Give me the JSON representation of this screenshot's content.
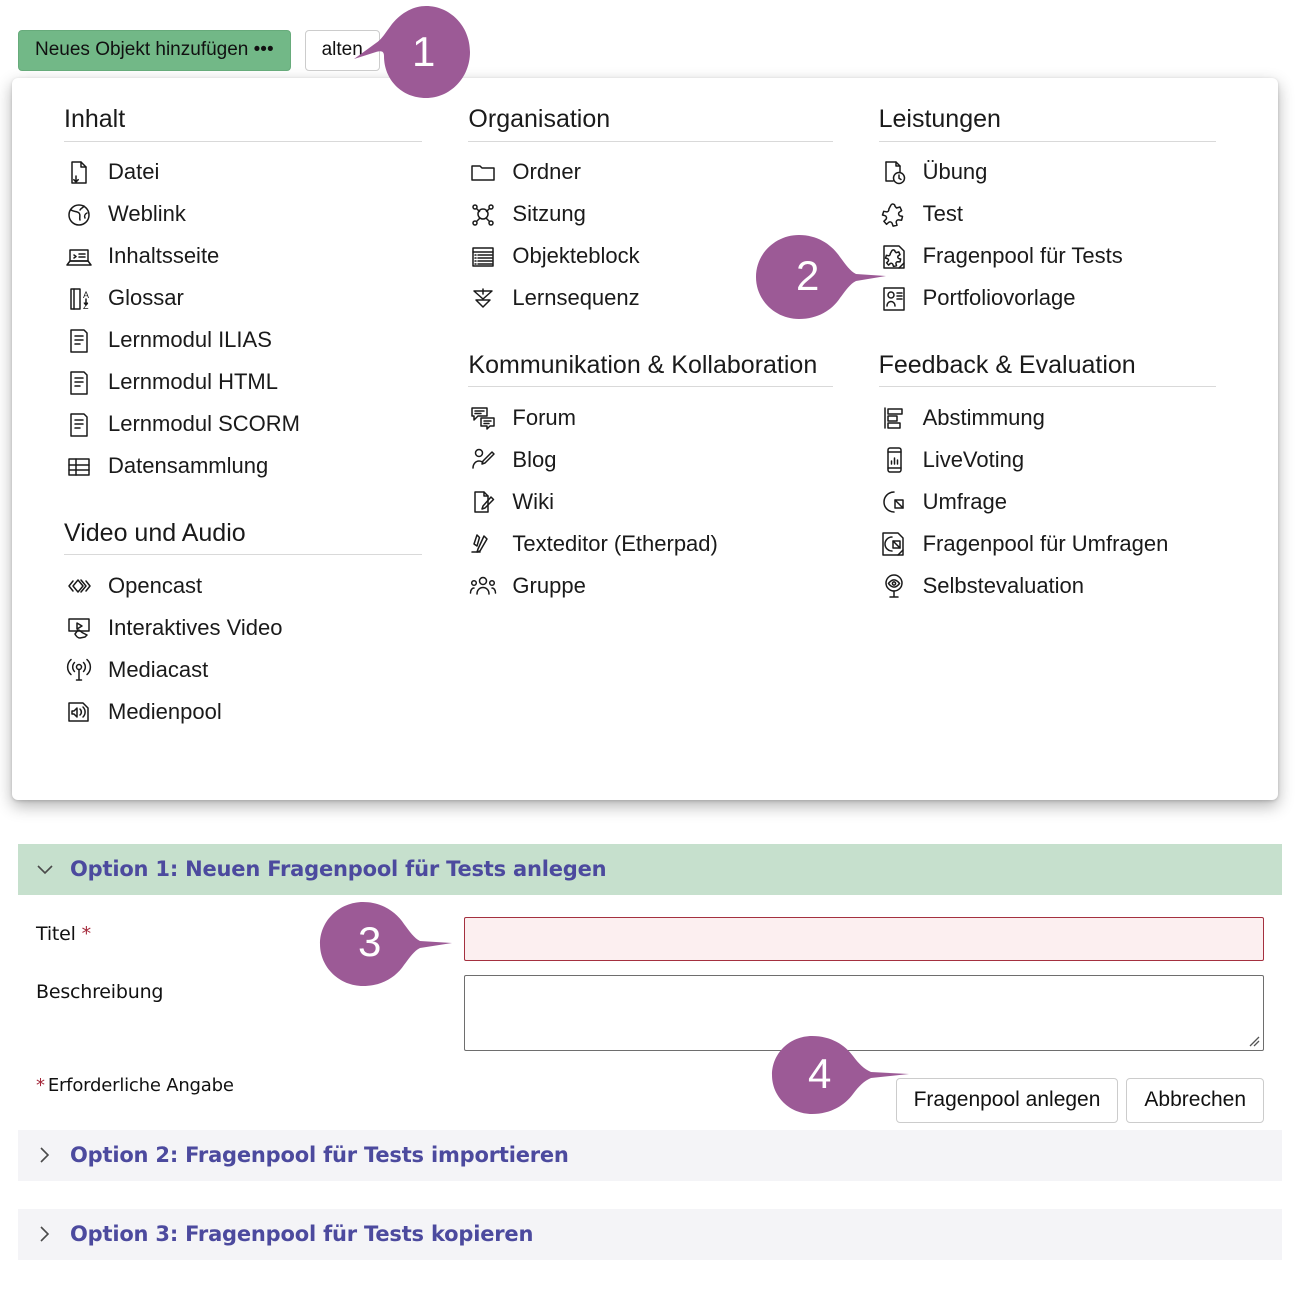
{
  "toolbar": {
    "add_object_button": "Neues Objekt hinzufügen •••",
    "secondary_button": "alten"
  },
  "dropdown": {
    "columns": [
      {
        "groups": [
          {
            "title": "Inhalt",
            "items": [
              {
                "label": "Datei",
                "icon": "file-download-icon"
              },
              {
                "label": "Weblink",
                "icon": "globe-icon"
              },
              {
                "label": "Inhaltsseite",
                "icon": "content-page-icon"
              },
              {
                "label": "Glossar",
                "icon": "glossary-az-icon"
              },
              {
                "label": "Lernmodul ILIAS",
                "icon": "learning-module-icon"
              },
              {
                "label": "Lernmodul HTML",
                "icon": "learning-module-icon"
              },
              {
                "label": "Lernmodul SCORM",
                "icon": "learning-module-icon"
              },
              {
                "label": "Datensammlung",
                "icon": "table-icon"
              }
            ]
          },
          {
            "title": "Video und Audio",
            "items": [
              {
                "label": "Opencast",
                "icon": "opencast-diamond-icon"
              },
              {
                "label": "Interaktives Video",
                "icon": "interactive-video-icon"
              },
              {
                "label": "Mediacast",
                "icon": "broadcast-icon"
              },
              {
                "label": "Medienpool",
                "icon": "speaker-icon"
              }
            ]
          }
        ]
      },
      {
        "groups": [
          {
            "title": "Organisation",
            "items": [
              {
                "label": "Ordner",
                "icon": "folder-icon"
              },
              {
                "label": "Sitzung",
                "icon": "session-nodes-icon"
              },
              {
                "label": "Objekteblock",
                "icon": "object-block-icon"
              },
              {
                "label": "Lernsequenz",
                "icon": "learning-sequence-icon"
              }
            ]
          },
          {
            "title": "Kommunikation & Kollaboration",
            "items": [
              {
                "label": "Forum",
                "icon": "forum-icon"
              },
              {
                "label": "Blog",
                "icon": "blog-icon"
              },
              {
                "label": "Wiki",
                "icon": "wiki-icon"
              },
              {
                "label": "Texteditor (Etherpad)",
                "icon": "etherpad-icon"
              },
              {
                "label": "Gruppe",
                "icon": "group-icon"
              }
            ]
          }
        ]
      },
      {
        "groups": [
          {
            "title": "Leistungen",
            "items": [
              {
                "label": "Übung",
                "icon": "exercise-clock-icon"
              },
              {
                "label": "Test",
                "icon": "puzzle-icon"
              },
              {
                "label": "Fragenpool für Tests",
                "icon": "question-pool-icon"
              },
              {
                "label": "Portfoliovorlage",
                "icon": "portfolio-template-icon"
              }
            ]
          },
          {
            "title": "Feedback & Evaluation",
            "items": [
              {
                "label": "Abstimmung",
                "icon": "poll-bars-icon"
              },
              {
                "label": "LiveVoting",
                "icon": "live-voting-icon"
              },
              {
                "label": "Umfrage",
                "icon": "survey-pie-icon"
              },
              {
                "label": "Fragenpool für Umfragen",
                "icon": "survey-pool-icon"
              },
              {
                "label": "Selbstevaluation",
                "icon": "self-evaluation-eye-icon"
              }
            ]
          }
        ]
      }
    ]
  },
  "accordions": {
    "option1": {
      "title": "Option 1: Neuen Fragenpool für Tests anlegen",
      "state": "expanded",
      "chevron": "chevron-down-icon",
      "title_label": "Titel",
      "title_required_marker": "*",
      "title_value": "",
      "description_label": "Beschreibung",
      "description_value": "",
      "required_hint_marker": "*",
      "required_hint": "Erforderliche Angabe",
      "submit_label": "Fragenpool anlegen",
      "cancel_label": "Abbrechen"
    },
    "option2": {
      "title": "Option 2: Fragenpool für Tests importieren",
      "state": "collapsed",
      "chevron": "chevron-right-icon"
    },
    "option3": {
      "title": "Option 3: Fragenpool für Tests kopieren",
      "state": "collapsed",
      "chevron": "chevron-right-icon"
    }
  },
  "callouts": [
    {
      "number": "1",
      "direction": "left"
    },
    {
      "number": "2",
      "direction": "right"
    },
    {
      "number": "3",
      "direction": "right"
    },
    {
      "number": "4",
      "direction": "right"
    }
  ],
  "colors": {
    "callout_purple": "#9c5a96",
    "primary_green": "#72b887",
    "accordion_open_bg": "#c6e0cd",
    "accordion_closed_bg": "#f4f4f7",
    "accordion_title_text": "#4c4a9e",
    "required_red": "#a32638",
    "error_field_bg": "#fceff0"
  }
}
